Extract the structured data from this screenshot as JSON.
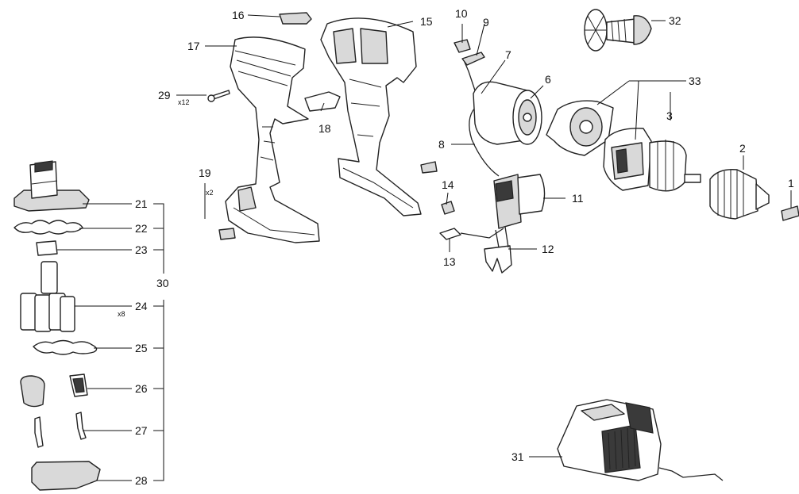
{
  "diagram": {
    "type": "exploded-parts-diagram",
    "labels": {
      "p1": "1",
      "p2": "2",
      "p3": "3",
      "p6": "6",
      "p7": "7",
      "p8": "8",
      "p9": "9",
      "p10": "10",
      "p11": "11",
      "p12": "12",
      "p13": "13",
      "p14": "14",
      "p15": "15",
      "p16": "16",
      "p17": "17",
      "p18": "18",
      "p19": "19",
      "p21": "21",
      "p22": "22",
      "p23": "23",
      "p24": "24",
      "p25": "25",
      "p26": "26",
      "p27": "27",
      "p28": "28",
      "p29": "29",
      "p30": "30",
      "p31": "31",
      "p32": "32",
      "p33": "33"
    },
    "quantities": {
      "q19": "x2",
      "q24": "x8",
      "q29": "x12"
    }
  }
}
